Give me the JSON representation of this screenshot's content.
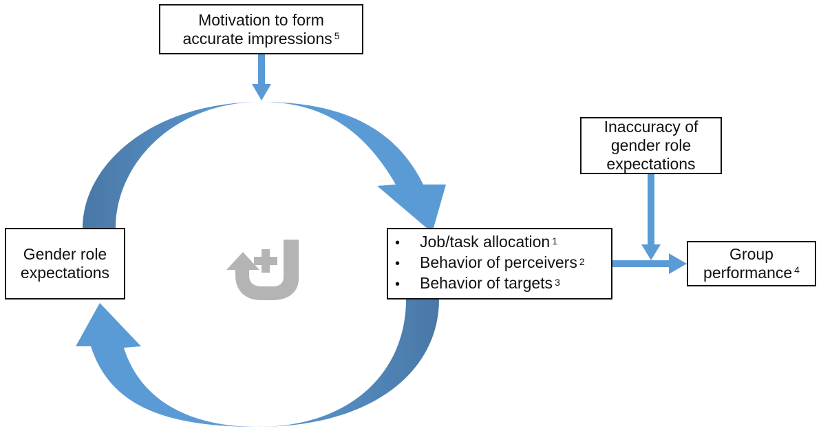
{
  "boxes": {
    "motivation": {
      "line1": "Motivation to form",
      "line2": "accurate impressions",
      "sup": "5"
    },
    "gender_role": {
      "line1": "Gender role",
      "line2": "expectations"
    },
    "mediators": {
      "items": [
        {
          "label": "Job/task allocation",
          "sup": "1"
        },
        {
          "label": "Behavior of perceivers",
          "sup": "2"
        },
        {
          "label": "Behavior of targets",
          "sup": "3"
        }
      ]
    },
    "inaccuracy": {
      "line1": "Inaccuracy of",
      "line2": "gender role",
      "line3": "expectations"
    },
    "group_performance": {
      "line1": "Group",
      "line2": "performance",
      "sup": "4"
    }
  },
  "icons": {
    "center": "refresh-cycle-icon"
  },
  "colors": {
    "arrow_light": "#5b9bd5",
    "arrow_dark": "#4a7fae",
    "icon_gray": "#b4b4b4",
    "border": "#111111"
  }
}
